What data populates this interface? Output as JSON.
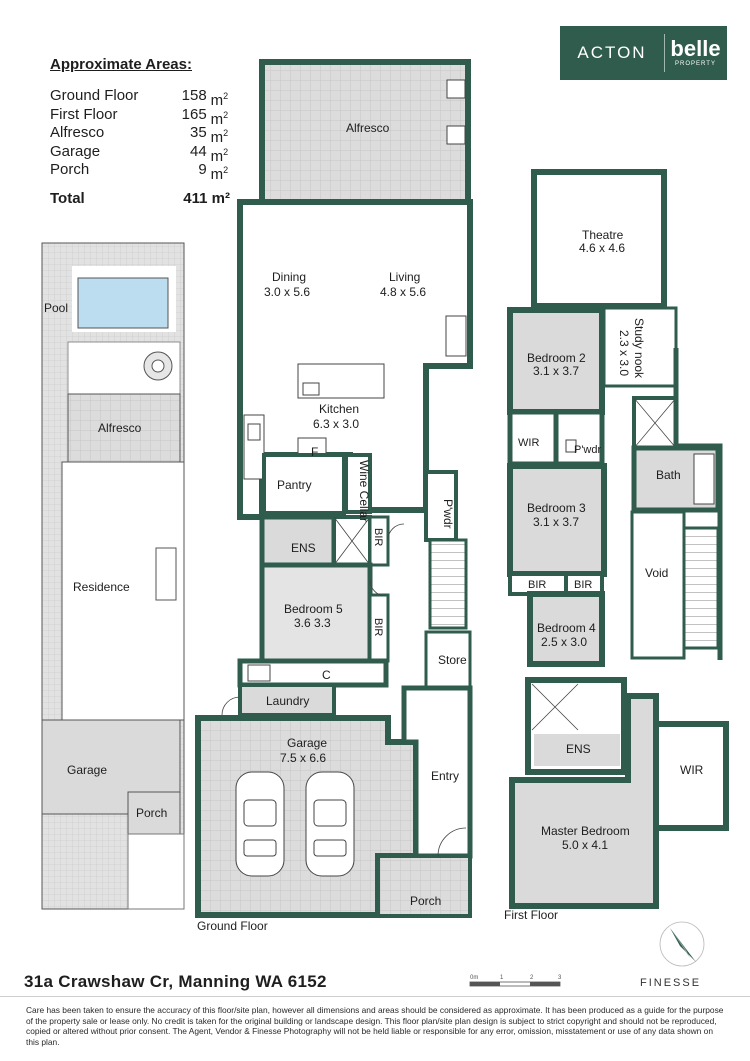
{
  "areas": {
    "title": "Approximate Areas:",
    "rows": [
      {
        "name": "Ground Floor",
        "value": "158",
        "unit": "m",
        "sup": "2"
      },
      {
        "name": "First Floor",
        "value": "165",
        "unit": "m",
        "sup": "2"
      },
      {
        "name": "Alfresco",
        "value": "35",
        "unit": "m",
        "sup": "2"
      },
      {
        "name": "Garage",
        "value": "44",
        "unit": "m",
        "sup": "2"
      },
      {
        "name": "Porch",
        "value": "9",
        "unit": "m",
        "sup": "2"
      }
    ],
    "total": {
      "name": "Total",
      "value": "411 m²"
    }
  },
  "logo": {
    "left": "ACTON",
    "right": "belle",
    "sub": "PROPERTY"
  },
  "site": {
    "pool": "Pool",
    "alfresco": "Alfresco",
    "residence": "Residence",
    "garage": "Garage",
    "porch": "Porch"
  },
  "ground_floor": {
    "caption": "Ground Floor",
    "alfresco": "Alfresco",
    "dining": "Dining",
    "dining_dim": "3.0 x 5.6",
    "living": "Living",
    "living_dim": "4.8 x 5.6",
    "kitchen": "Kitchen",
    "kitchen_dim": "6.3 x 3.0",
    "fridge": "F",
    "pantry": "Pantry",
    "wine_cellar": "Wine Cellar",
    "pwdr": "P'wdr",
    "ens": "ENS",
    "bir": "BIR",
    "bedroom5": "Bedroom 5",
    "bedroom5_dim": "3.6 3.3",
    "bir2": "BIR",
    "store": "Store",
    "c": "C",
    "laundry": "Laundry",
    "garage": "Garage",
    "garage_dim": "7.5 x 6.6",
    "entry": "Entry",
    "porch": "Porch"
  },
  "first_floor": {
    "caption": "First Floor",
    "theatre": "Theatre",
    "theatre_dim": "4.6 x 4.6",
    "bedroom2": "Bedroom 2",
    "bedroom2_dim": "3.1 x 3.7",
    "study": "Study nook",
    "study_dim": "2.3 x 3.0",
    "wir": "WIR",
    "pwdr": "P'wdr",
    "bath": "Bath",
    "bedroom3": "Bedroom 3",
    "bedroom3_dim": "3.1 x 3.7",
    "void": "Void",
    "bir_a": "BIR",
    "bir_b": "BIR",
    "bedroom4": "Bedroom 4",
    "bedroom4_dim": "2.5 x 3.0",
    "ens": "ENS",
    "wir2": "WIR",
    "master": "Master Bedroom",
    "master_dim": "5.0 x 4.1"
  },
  "scale": {
    "ticks": [
      "0m",
      "1",
      "2",
      "3"
    ]
  },
  "address": "31a Crawshaw Cr, Manning WA 6152",
  "brand": "FINESSE",
  "disclaimer": "Care has been taken to ensure the accuracy of this floor/site plan, however all dimensions and areas should be considered as approximate. It has been produced as a guide for the purpose of the property sale or lease only. No credit is taken for the original building or landscape design. This floor plan/site plan design is subject to strict copyright and should not be reproduced, copied or altered without prior consent. The Agent, Vendor & Finesse Photography will not be held liable or responsible for any error, omission, misstatement or use of any data shown on this plan.",
  "colors": {
    "wall": "#2f5c4d",
    "floor": "#e7e7e7",
    "tile": "#d4d4d4",
    "accent": "#2f5c4d"
  }
}
